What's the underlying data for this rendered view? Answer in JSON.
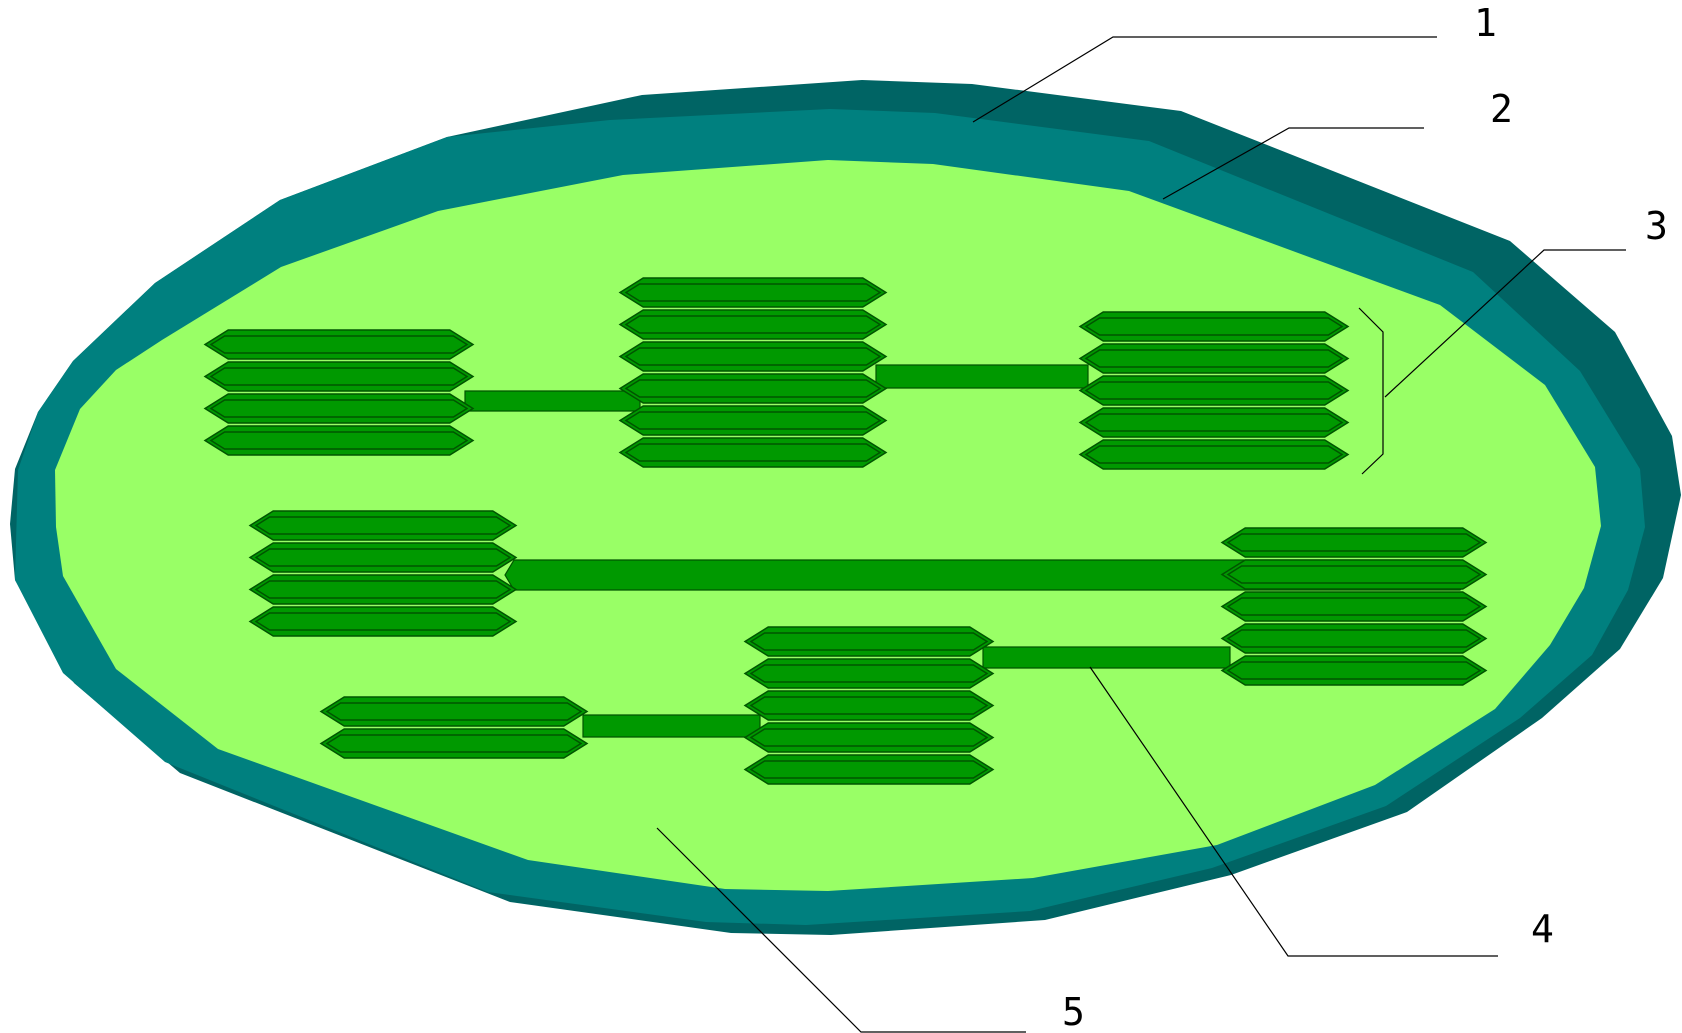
{
  "colors": {
    "outer_membrane": "#006464",
    "inner_membrane": "#00807f",
    "stroma": "#99ff66",
    "thylakoid": "#009900",
    "thylakoid_edge": "#005500",
    "leader_line": "#000000"
  },
  "labels": [
    {
      "id": "outer-membrane",
      "text": "1"
    },
    {
      "id": "inner-membrane",
      "text": "2"
    },
    {
      "id": "granum",
      "text": "3"
    },
    {
      "id": "stroma-lamella",
      "text": "4"
    },
    {
      "id": "stroma",
      "text": "5"
    }
  ]
}
